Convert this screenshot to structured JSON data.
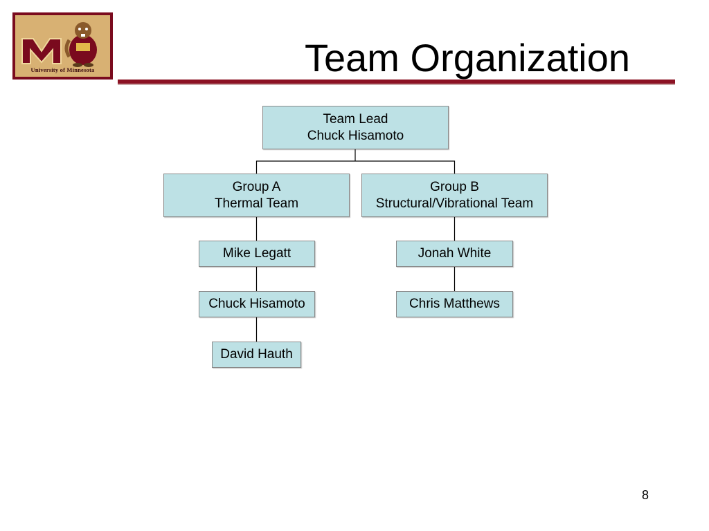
{
  "slide": {
    "title": "Team Organization",
    "page_number": "8"
  },
  "logo": {
    "caption": "University of Minnesota",
    "colors": {
      "maroon": "#7a0a1e",
      "gold": "#d8b173"
    }
  },
  "org_chart": {
    "lead": {
      "line1": "Team Lead",
      "line2": "Chuck Hisamoto"
    },
    "groups": [
      {
        "line1": "Group A",
        "line2": "Thermal Team",
        "members": [
          "Mike Legatt",
          "Chuck Hisamoto",
          "David Hauth"
        ]
      },
      {
        "line1": "Group B",
        "line2": "Structural/Vibrational Team",
        "members": [
          "Jonah White",
          "Chris Matthews"
        ]
      }
    ],
    "colors": {
      "box_fill": "#bde1e5",
      "box_border": "#888888",
      "connector": "#000000"
    }
  }
}
